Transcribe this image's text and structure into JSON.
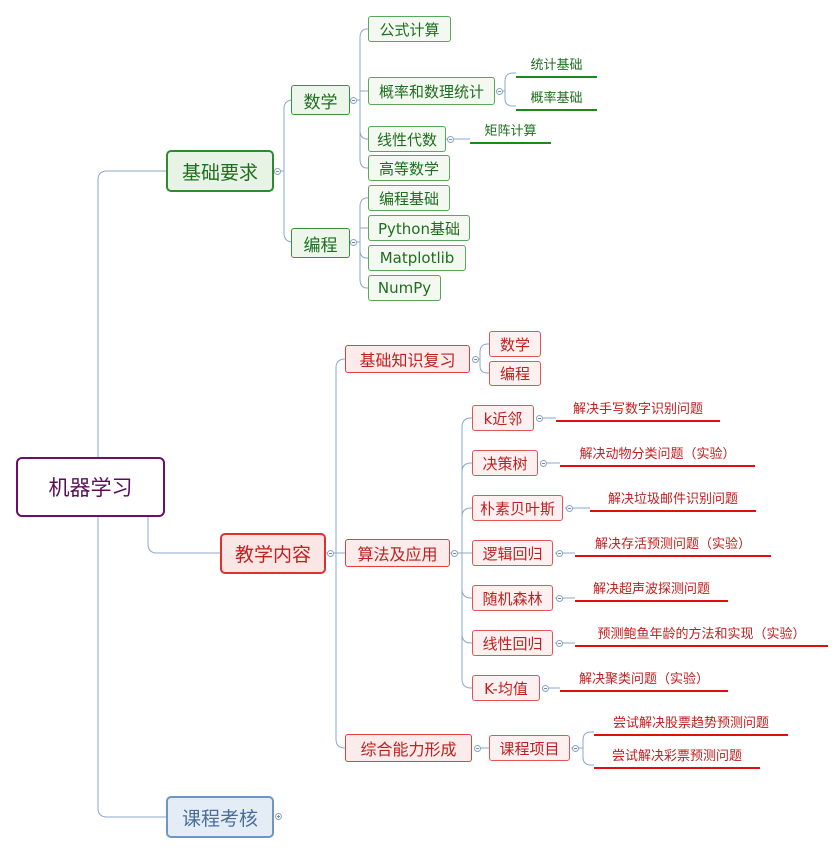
{
  "mindmap": {
    "root": "机器学习",
    "basics": {
      "label": "基础要求",
      "math": {
        "label": "数学",
        "items": [
          "公式计算",
          "概率和数理统计",
          "线性代数",
          "高等数学"
        ],
        "prob_notes": [
          "统计基础",
          "概率基础"
        ],
        "linalg_note": "矩阵计算"
      },
      "prog": {
        "label": "编程",
        "items": [
          "编程基础",
          "Python基础",
          "Matplotlib",
          "NumPy"
        ]
      }
    },
    "content": {
      "label": "教学内容",
      "review": {
        "label": "基础知识复习",
        "items": [
          "数学",
          "编程"
        ]
      },
      "algos": {
        "label": "算法及应用",
        "items": [
          {
            "name": "k近邻",
            "note": "解决手写数字识别问题"
          },
          {
            "name": "决策树",
            "note": "解决动物分类问题（实验）"
          },
          {
            "name": "朴素贝叶斯",
            "note": "解决垃圾邮件识别问题"
          },
          {
            "name": "逻辑回归",
            "note": "解决存活预测问题（实验）"
          },
          {
            "name": "随机森林",
            "note": "解决超声波探测问题"
          },
          {
            "name": "线性回归",
            "note": "预测鲍鱼年龄的方法和实现（实验）"
          },
          {
            "name": "K-均值",
            "note": "解决聚类问题（实验）"
          }
        ]
      },
      "ability": {
        "label": "综合能力形成",
        "project": "课程项目",
        "notes": [
          "尝试解决股票趋势预测问题",
          "尝试解决彩票预测问题"
        ]
      }
    },
    "assessment": {
      "label": "课程考核"
    }
  },
  "colors": {
    "root": "#6a0f6a",
    "basics": "#2f8a2f",
    "content": "#e0302f",
    "assessment": "#6f95c2",
    "connector": "#8aa8cc"
  }
}
